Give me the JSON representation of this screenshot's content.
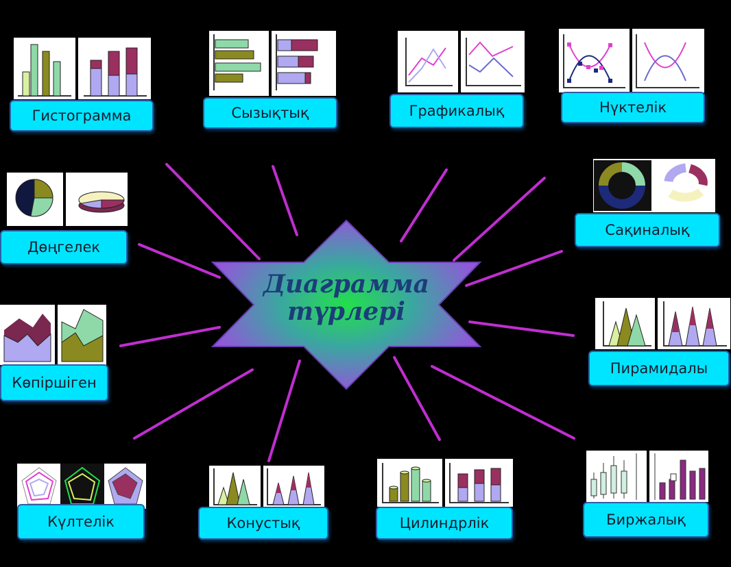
{
  "center": {
    "title_line1": "Диаграмма",
    "title_line2": "түрлері"
  },
  "chart_types": [
    {
      "id": "histogram",
      "label": "Гистограмма"
    },
    {
      "id": "bar",
      "label": "Сызықтық"
    },
    {
      "id": "line",
      "label": "Графикалық"
    },
    {
      "id": "scatter",
      "label": "Нүктелік"
    },
    {
      "id": "pie",
      "label": "Дөңгелек"
    },
    {
      "id": "doughnut",
      "label": "Сақиналық"
    },
    {
      "id": "area",
      "label": "Көпіршіген"
    },
    {
      "id": "pyramid",
      "label": "Пирамидалы"
    },
    {
      "id": "radar",
      "label": "Күлтелік"
    },
    {
      "id": "cone",
      "label": "Конустық"
    },
    {
      "id": "cylinder",
      "label": "Цилиндрлік"
    },
    {
      "id": "stock",
      "label": "Биржалық"
    }
  ],
  "colors": {
    "background": "#000000",
    "label_fill": "#00e5ff",
    "ray": "#c02ed0",
    "star_edge": "#9b59e0",
    "star_center": "#22e04a",
    "title": "#1c3d7a"
  }
}
